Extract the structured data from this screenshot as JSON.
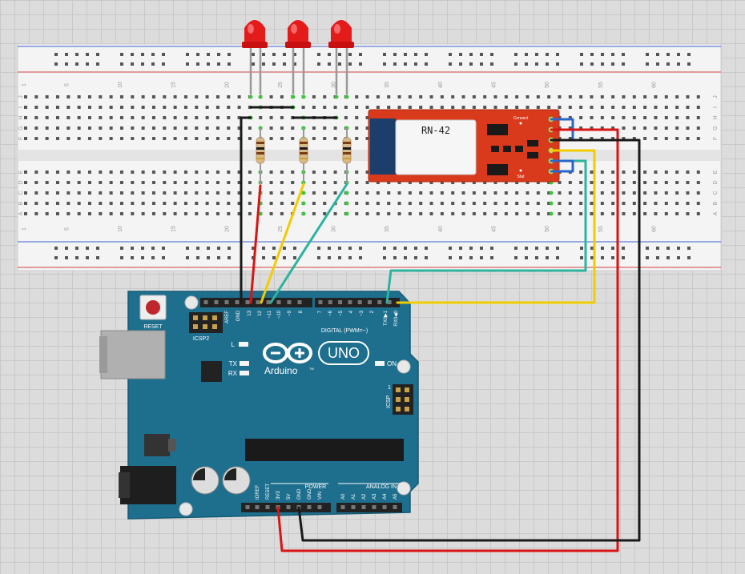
{
  "breadboard": {
    "columns_top": [
      "1",
      "5",
      "10",
      "15",
      "20",
      "25",
      "30",
      "35",
      "40",
      "45",
      "50",
      "55",
      "60"
    ],
    "columns_bottom": [
      "1",
      "5",
      "10",
      "15",
      "20",
      "25",
      "30",
      "35",
      "40",
      "45",
      "50",
      "55",
      "60"
    ],
    "rows_top": [
      "J",
      "I",
      "H",
      "G",
      "F"
    ],
    "rows_bottom": [
      "E",
      "D",
      "C",
      "B",
      "A"
    ]
  },
  "module": {
    "chip_label": "RN-42",
    "connect_label": "Connect",
    "stat_label": "Stat"
  },
  "arduino": {
    "reset_label": "RESET",
    "icsp2_label": "ICSP2",
    "logo_text": "Arduino",
    "trademark": "TM",
    "uno_label": "UNO",
    "on_label": "ON",
    "led_l": "L",
    "led_tx": "TX",
    "led_rx": "RX",
    "digital_label": "DIGITAL (PWM=~)",
    "power_label": "POWER",
    "analog_label": "ANALOG IN",
    "icsp_label": "ICSP",
    "icsp_pin1": "1",
    "digital_pins": [
      "AREF",
      "GND",
      "13",
      "12",
      "~11",
      "~10",
      "~9",
      "8",
      "7",
      "~6",
      "~5",
      "4",
      "~3",
      "2",
      "TX0▶1",
      "RX0◀0"
    ],
    "power_pins": [
      "IOREF",
      "RESET",
      "3V3",
      "5V",
      "GND",
      "GND",
      "VIN"
    ],
    "analog_pins": [
      "A0",
      "A1",
      "A2",
      "A3",
      "A4",
      "A5"
    ]
  },
  "colors": {
    "board_blue": "#1e6f8e",
    "wire_red": "#d81414",
    "wire_black": "#1a1a1a",
    "wire_yellow": "#f2cc00",
    "wire_green": "#2db39e",
    "wire_blue": "#2a66c9",
    "module_red": "#d93a1c",
    "led_red": "#e41b1b"
  }
}
